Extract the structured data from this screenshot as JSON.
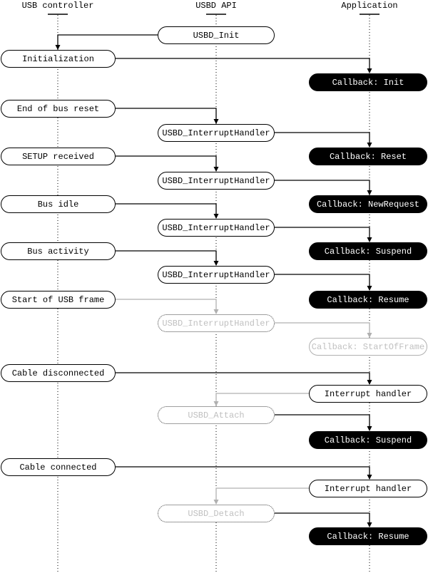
{
  "diagram": {
    "lanes": [
      {
        "id": "usb",
        "label": "USB controller"
      },
      {
        "id": "api",
        "label": "USBD API"
      },
      {
        "id": "app",
        "label": "Application"
      }
    ],
    "nodes": [
      {
        "id": "usbd_init",
        "lane": "api",
        "label": "USBD_Init",
        "variant": "plain"
      },
      {
        "id": "init",
        "lane": "usb",
        "label": "Initialization",
        "variant": "plain"
      },
      {
        "id": "cb_init",
        "lane": "app",
        "label": "Callback: Init",
        "variant": "callback"
      },
      {
        "id": "eobr",
        "lane": "usb",
        "label": "End of bus reset",
        "variant": "plain"
      },
      {
        "id": "ih1",
        "lane": "api",
        "label": "USBD_InterruptHandler",
        "variant": "plain"
      },
      {
        "id": "cb_reset",
        "lane": "app",
        "label": "Callback: Reset",
        "variant": "callback"
      },
      {
        "id": "setup",
        "lane": "usb",
        "label": "SETUP received",
        "variant": "plain"
      },
      {
        "id": "ih2",
        "lane": "api",
        "label": "USBD_InterruptHandler",
        "variant": "plain"
      },
      {
        "id": "cb_newreq",
        "lane": "app",
        "label": "Callback: NewRequest",
        "variant": "callback"
      },
      {
        "id": "busidle",
        "lane": "usb",
        "label": "Bus idle",
        "variant": "plain"
      },
      {
        "id": "ih3",
        "lane": "api",
        "label": "USBD_InterruptHandler",
        "variant": "plain"
      },
      {
        "id": "cb_suspend1",
        "lane": "app",
        "label": "Callback: Suspend",
        "variant": "callback"
      },
      {
        "id": "busact",
        "lane": "usb",
        "label": "Bus activity",
        "variant": "plain"
      },
      {
        "id": "ih4",
        "lane": "api",
        "label": "USBD_InterruptHandler",
        "variant": "plain"
      },
      {
        "id": "cb_resume1",
        "lane": "app",
        "label": "Callback: Resume",
        "variant": "callback"
      },
      {
        "id": "sof",
        "lane": "usb",
        "label": "Start of USB frame",
        "variant": "plain"
      },
      {
        "id": "ih5",
        "lane": "api",
        "label": "USBD_InterruptHandler",
        "variant": "inactive-dotted"
      },
      {
        "id": "cb_sof",
        "lane": "app",
        "label": "Callback: StartOfFrame",
        "variant": "inactive-solid"
      },
      {
        "id": "cable_dis",
        "lane": "usb",
        "label": "Cable disconnected",
        "variant": "plain"
      },
      {
        "id": "irq1",
        "lane": "app",
        "label": "Interrupt handler",
        "variant": "plain"
      },
      {
        "id": "attach",
        "lane": "api",
        "label": "USBD_Attach",
        "variant": "inactive-dotted"
      },
      {
        "id": "cb_suspend2",
        "lane": "app",
        "label": "Callback: Suspend",
        "variant": "callback"
      },
      {
        "id": "cable_con",
        "lane": "usb",
        "label": "Cable connected",
        "variant": "plain"
      },
      {
        "id": "irq2",
        "lane": "app",
        "label": "Interrupt handler",
        "variant": "plain"
      },
      {
        "id": "detach",
        "lane": "api",
        "label": "USBD_Detach",
        "variant": "inactive-dotted"
      },
      {
        "id": "cb_resume2",
        "lane": "app",
        "label": "Callback: Resume",
        "variant": "callback"
      }
    ],
    "edges": [
      {
        "from": "usbd_init",
        "to": "init",
        "color": "black"
      },
      {
        "from": "init",
        "to": "cb_init",
        "color": "black"
      },
      {
        "from": "eobr",
        "to": "ih1",
        "color": "black"
      },
      {
        "from": "ih1",
        "to": "cb_reset",
        "color": "black"
      },
      {
        "from": "setup",
        "to": "ih2",
        "color": "black"
      },
      {
        "from": "ih2",
        "to": "cb_newreq",
        "color": "black"
      },
      {
        "from": "busidle",
        "to": "ih3",
        "color": "black"
      },
      {
        "from": "ih3",
        "to": "cb_suspend1",
        "color": "black"
      },
      {
        "from": "busact",
        "to": "ih4",
        "color": "black"
      },
      {
        "from": "ih4",
        "to": "cb_resume1",
        "color": "black"
      },
      {
        "from": "sof",
        "to": "ih5",
        "color": "gray"
      },
      {
        "from": "ih5",
        "to": "cb_sof",
        "color": "gray"
      },
      {
        "from": "cable_dis",
        "to": "irq1",
        "color": "black"
      },
      {
        "from": "irq1",
        "to": "attach",
        "color": "gray"
      },
      {
        "from": "attach",
        "to": "cb_suspend2",
        "color": "black"
      },
      {
        "from": "cable_con",
        "to": "irq2",
        "color": "black"
      },
      {
        "from": "irq2",
        "to": "detach",
        "color": "gray"
      },
      {
        "from": "detach",
        "to": "cb_resume2",
        "color": "black"
      }
    ],
    "colors": {
      "active": "#000000",
      "inactive_line": "#b0b0b0",
      "inactive_text": "#c0c0c0",
      "inactive_border": "#b0b0b0",
      "callback_bg": "#000000",
      "callback_text": "#ffffff",
      "background": "#ffffff"
    }
  }
}
